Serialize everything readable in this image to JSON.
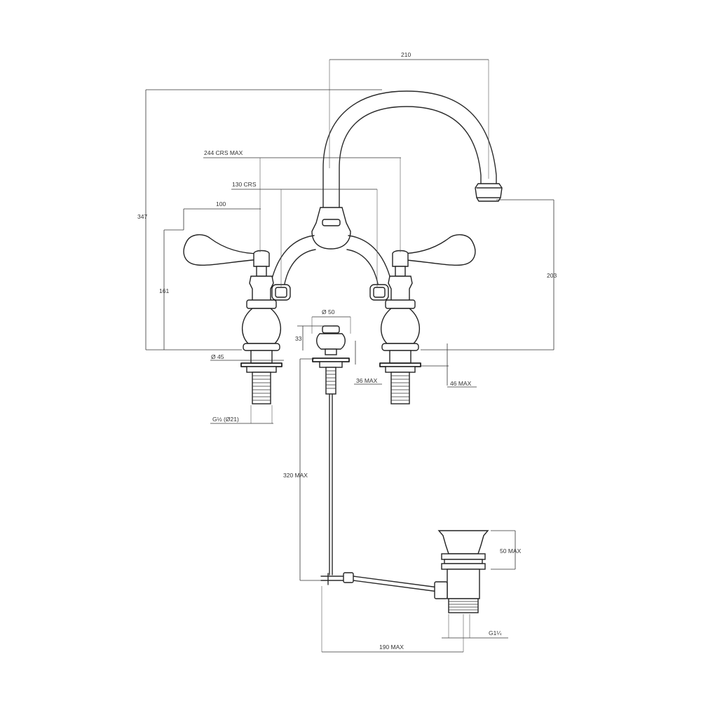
{
  "dimensions": {
    "spout_reach": "210",
    "overall_height": "347",
    "max_centres": "244 CRS MAX",
    "min_centres": "130 CRS",
    "handle_length": "100",
    "body_height": "161",
    "spout_outlet_height": "203",
    "flange_diameter": "Ø 45",
    "tail_thread": "G½ (Ø21)",
    "pop_up_knob_diameter": "Ø 50",
    "pop_up_knob_height": "33",
    "knob_deck_depth": "36 MAX",
    "deck_thickness": "46 MAX",
    "rod_length": "320 MAX",
    "waste_top_height": "50 MAX",
    "waste_thread": "G1¼",
    "waste_offset": "190 MAX"
  }
}
